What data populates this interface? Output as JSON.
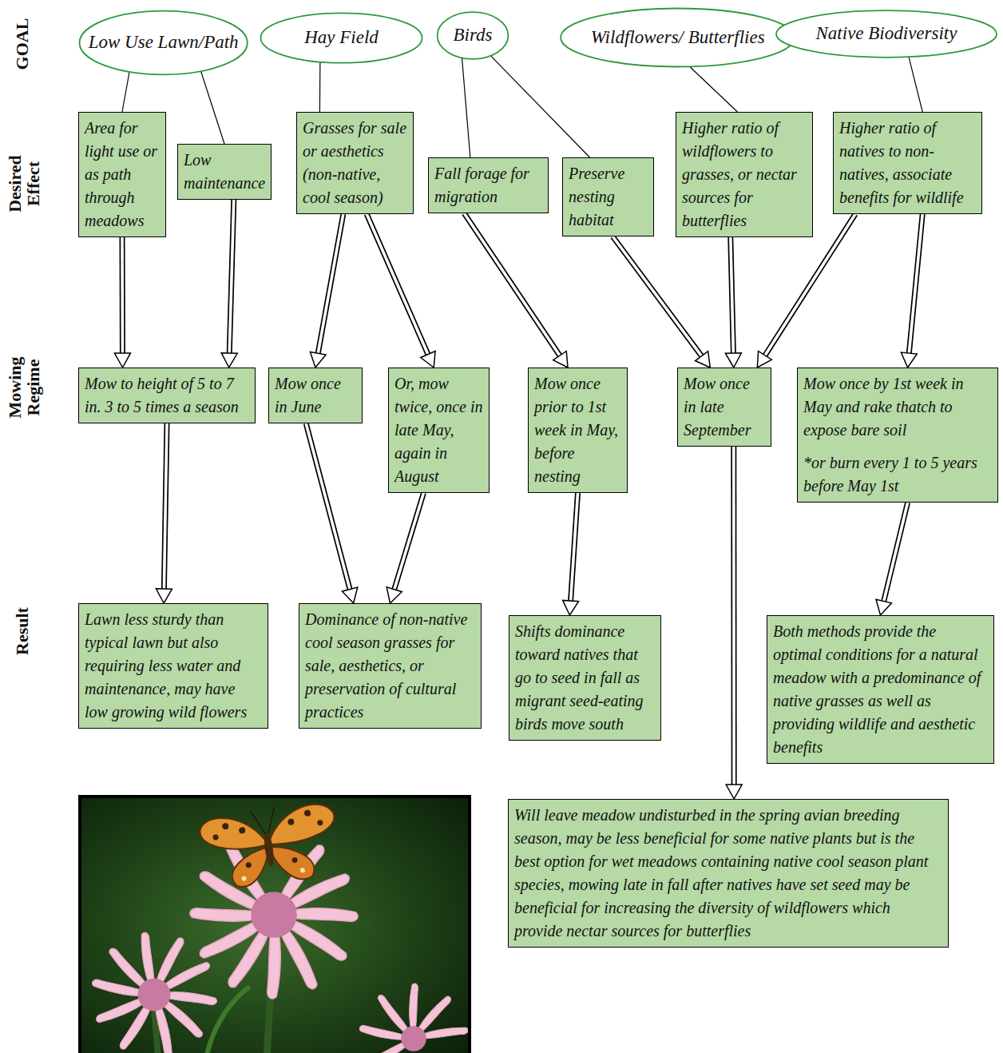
{
  "diagram": {
    "nodes": [
      {
        "text": [
          "Low Use Lawn/Path"
        ]
      },
      {
        "text": [
          "Hay Field"
        ]
      },
      {
        "text": [
          "Birds"
        ]
      },
      {
        "text": [
          "Wildflowers/ Butterflies"
        ]
      },
      {
        "text": [
          "Native Biodiversity"
        ]
      },
      {
        "text": [
          "Area for light use or as path through meadows"
        ]
      },
      {
        "text": [
          "Low maintenance"
        ]
      },
      {
        "text": [
          "Grasses for sale or aesthetics (non-native, cool season)"
        ]
      },
      {
        "text": [
          "Fall forage for migration"
        ]
      },
      {
        "text": [
          "Preserve nesting habitat"
        ]
      },
      {
        "text": [
          "Higher ratio of wildflowers to grasses, or nectar sources for butterflies"
        ]
      },
      {
        "text": [
          "Higher ratio of natives to non-natives, associate benefits for wildlife"
        ]
      },
      {
        "text": [
          "Mow to height of 5 to 7 in. 3 to 5 times a season"
        ]
      },
      {
        "text": [
          "Mow once in June"
        ]
      },
      {
        "text": [
          "Or, mow twice, once in late May, again in August"
        ]
      },
      {
        "text": [
          "Mow once prior to 1st week in May, before nesting"
        ]
      },
      {
        "text": [
          "Mow once in late September"
        ]
      },
      {
        "text": [
          "Mow once by 1st week in May and rake thatch to expose bare soil",
          "*or burn every 1 to 5 years before May 1st"
        ]
      },
      {
        "text": [
          "Lawn less sturdy than typical lawn but also requiring less water and maintenance, may have low growing wild flowers"
        ]
      },
      {
        "text": [
          "Dominance of non-native cool season grasses for sale, aesthetics, or preservation of cultural practices"
        ]
      },
      {
        "text": [
          "Shifts dominance toward natives that go to seed in fall as migrant seed-eating birds move south"
        ]
      },
      {
        "text": [
          "Both methods provide the optimal conditions for a natural meadow with a predominance of native grasses as well as providing wildlife and aesthetic benefits"
        ]
      },
      {
        "text": [
          "Will leave meadow undisturbed in the spring avian breeding season, may be less beneficial for some native plants but is the best option for wet meadows containing native cool season plant species, mowing late in fall after natives have set seed may be beneficial for increasing the diversity of wildflowers which provide nectar sources for butterflies"
        ]
      }
    ],
    "edges": [
      {
        "from": 0,
        "to": 5,
        "arrow": "none"
      },
      {
        "from": 0,
        "to": 6,
        "arrow": "none"
      },
      {
        "from": 1,
        "to": 7,
        "arrow": "none"
      },
      {
        "from": 2,
        "to": 8,
        "arrow": "none"
      },
      {
        "from": 2,
        "to": 9,
        "arrow": "none"
      },
      {
        "from": 3,
        "to": 10,
        "arrow": "none"
      },
      {
        "from": 4,
        "to": 11,
        "arrow": "none"
      },
      {
        "from": 5,
        "to": 12,
        "arrow": "to"
      },
      {
        "from": 6,
        "to": 12,
        "arrow": "to"
      },
      {
        "from": 7,
        "to": 13,
        "arrow": "to"
      },
      {
        "from": 7,
        "to": 14,
        "arrow": "to"
      },
      {
        "from": 8,
        "to": 15,
        "arrow": "to"
      },
      {
        "from": 9,
        "to": 16,
        "arrow": "to"
      },
      {
        "from": 10,
        "to": 16,
        "arrow": "to"
      },
      {
        "from": 11,
        "to": 16,
        "arrow": "to"
      },
      {
        "from": 11,
        "to": 17,
        "arrow": "to"
      },
      {
        "from": 12,
        "to": 18,
        "arrow": "to"
      },
      {
        "from": 13,
        "to": 19,
        "arrow": "to"
      },
      {
        "from": 14,
        "to": 19,
        "arrow": "to"
      },
      {
        "from": 15,
        "to": 20,
        "arrow": "to"
      },
      {
        "from": 16,
        "to": 22,
        "arrow": "to"
      },
      {
        "from": 17,
        "to": 21,
        "arrow": "to"
      }
    ],
    "labels": [
      "GOAL",
      "Desired Effect",
      "Mowing Regime",
      "Result"
    ]
  }
}
